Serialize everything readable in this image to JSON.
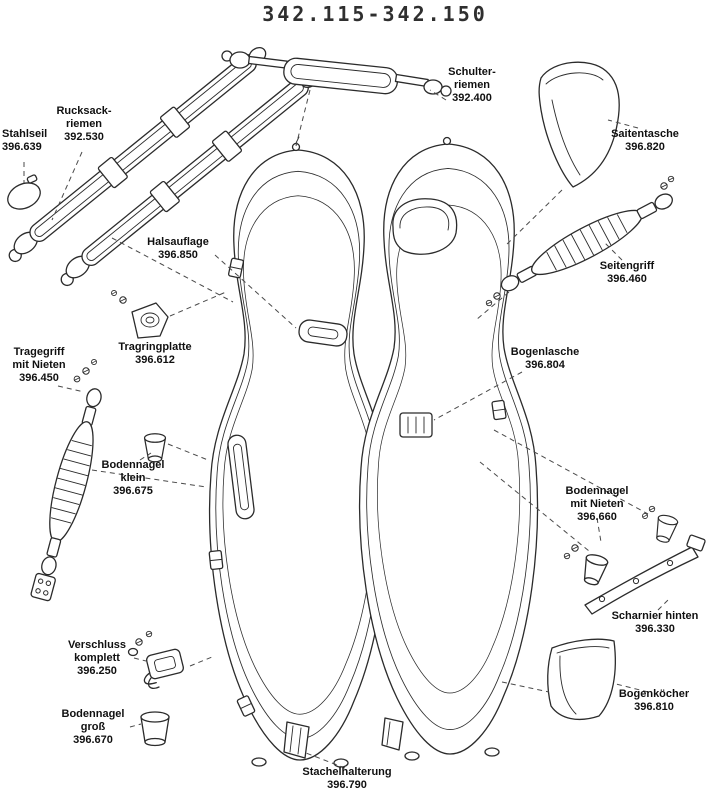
{
  "title": "342.115-342.150",
  "parts": {
    "stahlseil": {
      "lines": [
        "Stahlseil"
      ],
      "number": "396.639"
    },
    "rucksackriemen": {
      "lines": [
        "Rucksack-",
        "riemen"
      ],
      "number": "392.530"
    },
    "schulterriemen": {
      "lines": [
        "Schulter-",
        "riemen"
      ],
      "number": "392.400"
    },
    "saitentasche": {
      "lines": [
        "Saitentasche"
      ],
      "number": "396.820"
    },
    "halsauflage": {
      "lines": [
        "Halsauflage"
      ],
      "number": "396.850"
    },
    "seitengriff": {
      "lines": [
        "Seitengriff"
      ],
      "number": "396.460"
    },
    "tragringplatte": {
      "lines": [
        "Tragringplatte"
      ],
      "number": "396.612"
    },
    "tragegriff": {
      "lines": [
        "Tragegriff",
        "mit Nieten"
      ],
      "number": "396.450"
    },
    "bogenlasche": {
      "lines": [
        "Bogenlasche"
      ],
      "number": "396.804"
    },
    "bodennagel_klein": {
      "lines": [
        "Bodennagel",
        "klein"
      ],
      "number": "396.675"
    },
    "bodennagel_mit_nieten": {
      "lines": [
        "Bodennagel",
        "mit Nieten"
      ],
      "number": "396.660"
    },
    "scharnier_hinten": {
      "lines": [
        "Scharnier hinten"
      ],
      "number": "396.330"
    },
    "verschluss": {
      "lines": [
        "Verschluss",
        "komplett"
      ],
      "number": "396.250"
    },
    "bodennagel_gross": {
      "lines": [
        "Bodennagel",
        "groß"
      ],
      "number": "396.670"
    },
    "bogenkoecher": {
      "lines": [
        "Bogenköcher"
      ],
      "number": "396.810"
    },
    "stachelhalterung": {
      "lines": [
        "Stachelhalterung"
      ],
      "number": "396.790"
    }
  }
}
